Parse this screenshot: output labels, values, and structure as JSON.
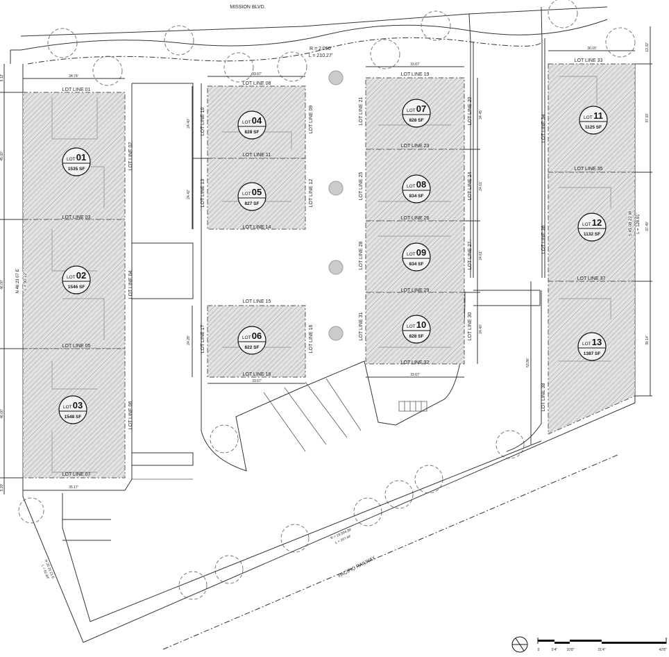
{
  "streets": {
    "top": "MISSION BLVD.",
    "bottom": "PACIFIC RAILWAY"
  },
  "curves": {
    "top": {
      "radius": "R = 2,050'",
      "length": "L = 210.27'"
    },
    "bottom": {
      "radius": "R = 19,594.38'",
      "length": "L = 207.44'"
    }
  },
  "bearings": {
    "left": {
      "bearing": "N 46 23 07 E",
      "length": "L = 50.12'"
    },
    "right": {
      "bearing": "S 45 08 22 W",
      "length": "L = 126.91'"
    },
    "bottom_left": {
      "bearing": "N 20 26 21 E",
      "length": "L = 62.84'"
    }
  },
  "lots": [
    {
      "prefix": "LOT",
      "number": "01",
      "area": "1535 SF"
    },
    {
      "prefix": "LOT",
      "number": "02",
      "area": "1546 SF"
    },
    {
      "prefix": "LOT",
      "number": "03",
      "area": "1548 SF"
    },
    {
      "prefix": "LOT",
      "number": "04",
      "area": "828 SF"
    },
    {
      "prefix": "LOT",
      "number": "05",
      "area": "827 SF"
    },
    {
      "prefix": "LOT",
      "number": "06",
      "area": "822 SF"
    },
    {
      "prefix": "LOT",
      "number": "07",
      "area": "828 SF"
    },
    {
      "prefix": "LOT",
      "number": "08",
      "area": "834 SF"
    },
    {
      "prefix": "LOT",
      "number": "09",
      "area": "834 SF"
    },
    {
      "prefix": "LOT",
      "number": "10",
      "area": "828 SF"
    },
    {
      "prefix": "LOT",
      "number": "11",
      "area": "1125 SF"
    },
    {
      "prefix": "LOT",
      "number": "12",
      "area": "1132 SF"
    },
    {
      "prefix": "LOT",
      "number": "13",
      "area": "1387 SF"
    }
  ],
  "lot_lines": {
    "h": [
      "LOT LINE 01",
      "LOT LINE 03",
      "LOT LINE 05",
      "LOT LINE 07",
      "LOT LINE 08",
      "LOT LINE 11",
      "LOT LINE 14",
      "LOT LINE 15",
      "LOT LINE 18",
      "LOT LINE 19",
      "LOT LINE 23",
      "LOT LINE 26",
      "LOT LINE 29",
      "LOT LINE 32",
      "LOT LINE 33",
      "LOT LINE 35",
      "LOT LINE 37"
    ],
    "v": [
      "LOT LINE 02",
      "LOT LINE 04",
      "LOT LINE 06",
      "LOT LINE 10",
      "LOT LINE 13",
      "LOT LINE 17",
      "LOT LINE 09",
      "LOT LINE 12",
      "LOT LINE 16",
      "LOT LINE 21",
      "LOT LINE 25",
      "LOT LINE 28",
      "LOT LINE 31",
      "LOT LINE 20",
      "LOT LINE 24",
      "LOT LINE 27",
      "LOT LINE 30",
      "LOT LINE 34",
      "LOT LINE 36",
      "LOT LINE 38"
    ]
  },
  "dimensions": {
    "h": [
      "34.74'",
      "33.67'",
      "33.67'",
      "30.15'",
      "33.67'",
      "33.67'",
      "35.17'"
    ],
    "v": [
      "9.12'",
      "45.00'",
      "46.00'",
      "46.00'",
      "5.20'",
      "24.40'",
      "24.42'",
      "24.28'",
      "34.45'",
      "24.61'",
      "24.61'",
      "24.40'",
      "13.32'",
      "37.33'",
      "37.49'",
      "39.14'",
      "53.86'"
    ]
  },
  "scale_bar": {
    "labels": [
      "0",
      "5'4\"",
      "10'8\"",
      "21'4\"",
      "42'8\""
    ]
  },
  "icons": {
    "north_arrow": "north-arrow-icon"
  }
}
